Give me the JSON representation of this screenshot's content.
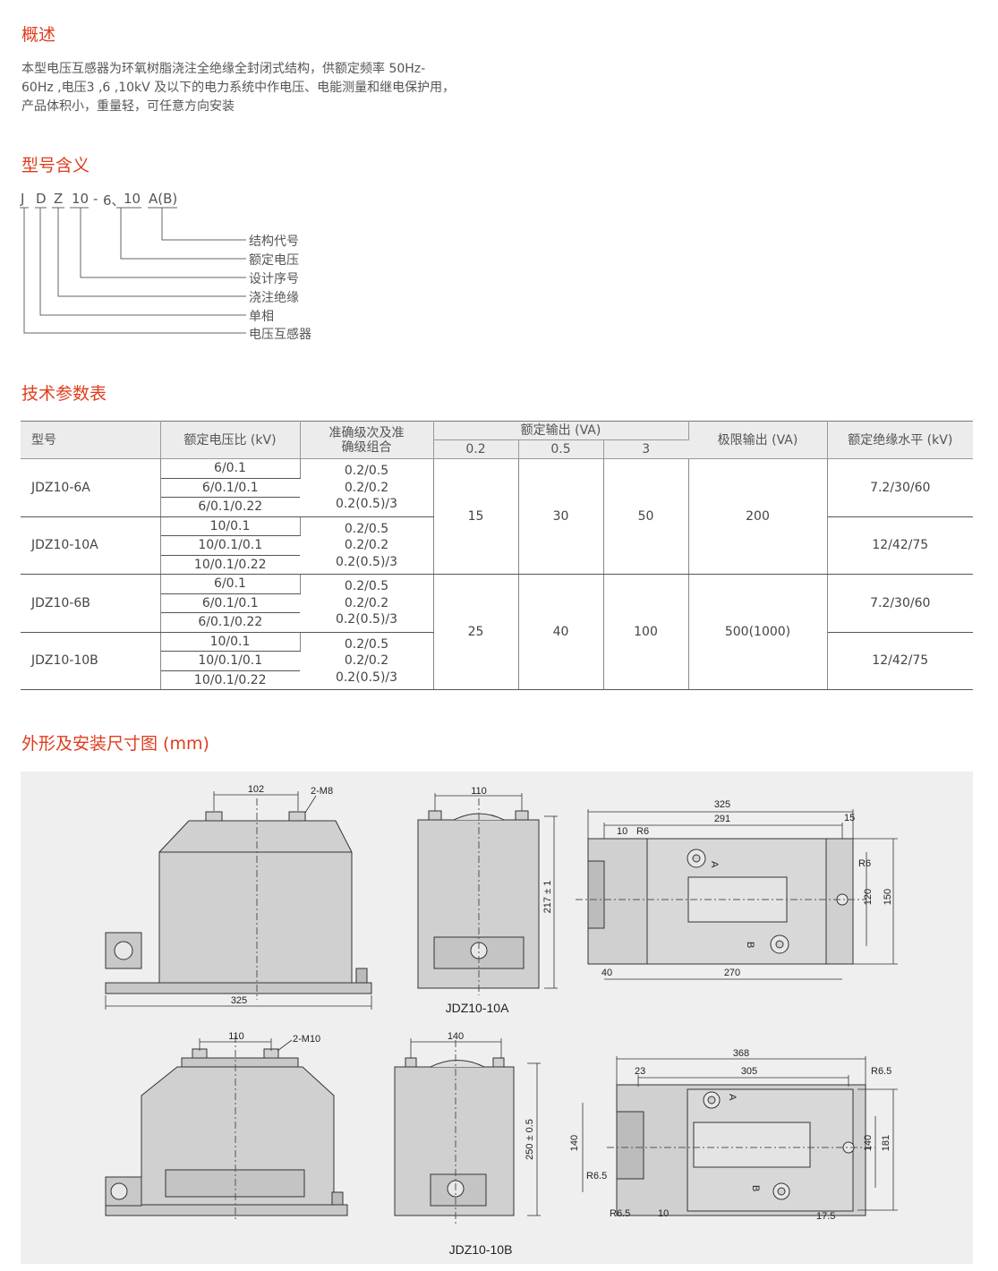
{
  "overview": {
    "title": "概述",
    "lines": [
      "本型电压互感器为环氧树脂浇注全绝缘全封闭式结构，供额定频率 50Hz-",
      "60Hz ,电压3 ,6 ,10kV 及以下的电力系统中作电压、电能测量和继电保护用，",
      "产品体积小，重量轻，可任意方向安装"
    ]
  },
  "model_meaning": {
    "title": "型号含义",
    "code": [
      "J",
      "D",
      "Z",
      "10",
      "-",
      "6、",
      "10",
      "A(B)"
    ],
    "labels": [
      "结构代号",
      "额定电压",
      "设计序号",
      "浇注绝缘",
      "单相",
      "电压互感器"
    ]
  },
  "spec": {
    "title": "技术参数表",
    "headers": {
      "model": "型号",
      "ratio": "额定电压比 (kV)",
      "accuracy": "准确级次及准确级组合",
      "output": "额定输出 (VA)",
      "out_02": "0.2",
      "out_05": "0.5",
      "out_3": "3",
      "limit": "极限输出 (VA)",
      "insulation": "额定绝缘水平 (kV)"
    },
    "rows": [
      {
        "model": "JDZ10-6A",
        "ratios": [
          "6/0.1",
          "6/0.1/0.1",
          "6/0.1/0.22"
        ],
        "accuracy": [
          "0.2/0.5",
          "0.2/0.2",
          "0.2(0.5)/3"
        ],
        "insulation": "7.2/30/60"
      },
      {
        "model": "JDZ10-10A",
        "ratios": [
          "10/0.1",
          "10/0.1/0.1",
          "10/0.1/0.22"
        ],
        "accuracy": [
          "0.2/0.5",
          "0.2/0.2",
          "0.2(0.5)/3"
        ],
        "insulation": "12/42/75"
      },
      {
        "model": "JDZ10-6B",
        "ratios": [
          "6/0.1",
          "6/0.1/0.1",
          "6/0.1/0.22"
        ],
        "accuracy": [
          "0.2/0.5",
          "0.2/0.2",
          "0.2(0.5)/3"
        ],
        "insulation": "7.2/30/60"
      },
      {
        "model": "JDZ10-10B",
        "ratios": [
          "10/0.1",
          "10/0.1/0.1",
          "10/0.1/0.22"
        ],
        "accuracy": [
          "0.2/0.5",
          "0.2/0.2",
          "0.2(0.5)/3"
        ],
        "insulation": "12/42/75"
      }
    ],
    "groups": [
      {
        "out_02": "15",
        "out_05": "30",
        "out_3": "50",
        "limit": "200"
      },
      {
        "out_02": "25",
        "out_05": "40",
        "out_3": "100",
        "limit": "500(1000)"
      }
    ]
  },
  "dimensions": {
    "title": "外形及安装尺寸图 (mm)",
    "a": {
      "caption": "JDZ10-10A",
      "front_width": "102",
      "thread": "2-M8",
      "base_length": "325",
      "side_width": "110",
      "height": "217 ± 1",
      "top_total": "325",
      "top_inner": "291",
      "top_edge": "15",
      "top_offset": "10",
      "radius": "R6",
      "slot_width": "120",
      "overall_width": "150",
      "bottom_offset": "40",
      "bottom_span": "270",
      "terminal_a": "A",
      "terminal_b": "B"
    },
    "b": {
      "caption": "JDZ10-10B",
      "front_width": "110",
      "thread": "2-M10",
      "side_width": "140",
      "height": "250 ± 0.5",
      "top_total": "368",
      "top_inner": "305",
      "top_offset": "23",
      "radius": "R6.5",
      "left_height": "140",
      "slot_width": "140",
      "overall_width": "181",
      "bottom_offset": "10",
      "bottom_edge": "17.5",
      "terminal_a": "A",
      "terminal_b": "B"
    }
  }
}
